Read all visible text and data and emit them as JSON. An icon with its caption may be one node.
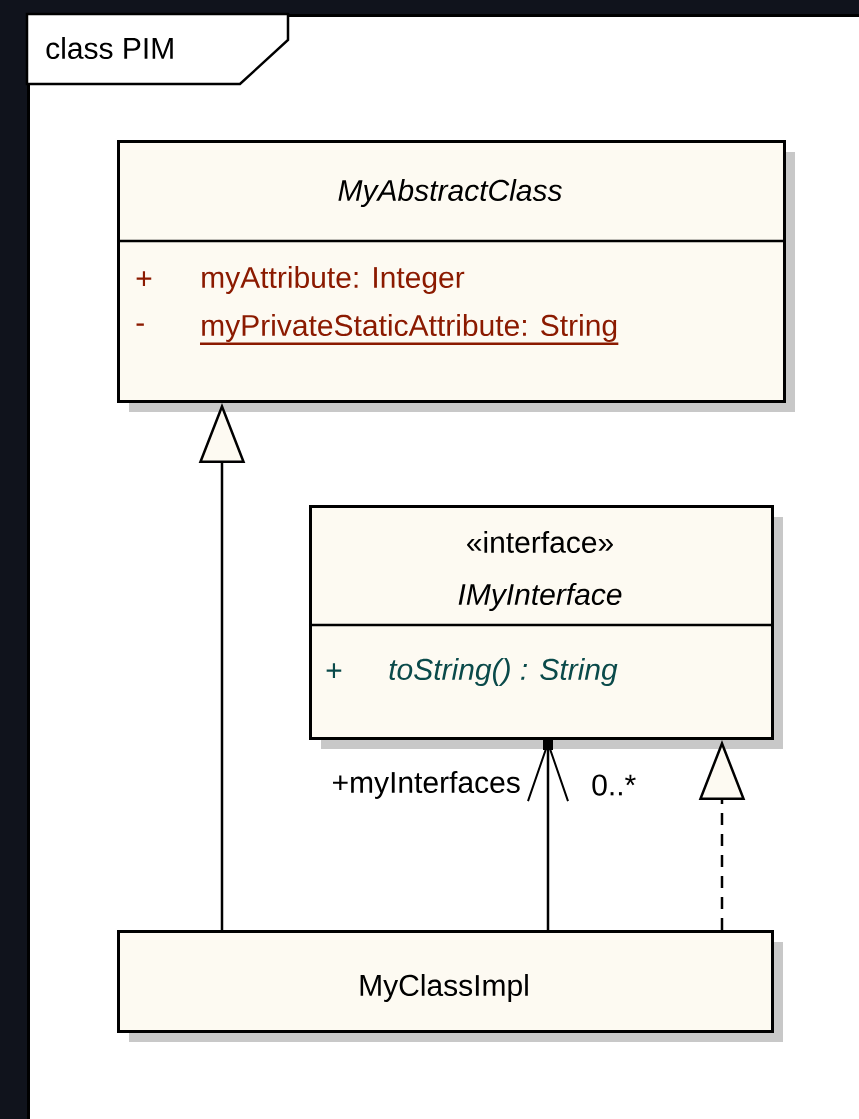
{
  "diagram": {
    "nodes": [
      {
        "text": [
          "class PIM"
        ]
      },
      {
        "text": [
          "MyAbstractClass",
          "+",
          "myAttribute: Integer",
          "-",
          "myPrivateStaticAttribute: String"
        ],
        "in": 0
      },
      {
        "text": [
          "«interface»",
          "IMyInterface",
          "+",
          "toString() : String"
        ],
        "in": 0
      },
      {
        "text": [
          "MyClassImpl"
        ],
        "in": 0
      }
    ],
    "edges": [
      {
        "from": 3,
        "to": 1,
        "arrow": "to"
      },
      {
        "from": 3,
        "to": 2,
        "arrow": "to",
        "label": "+myInterfaces"
      },
      {
        "from": 3,
        "to": 2,
        "arrow": "to",
        "style": "dashed"
      }
    ],
    "labels": [
      "0..*"
    ]
  }
}
